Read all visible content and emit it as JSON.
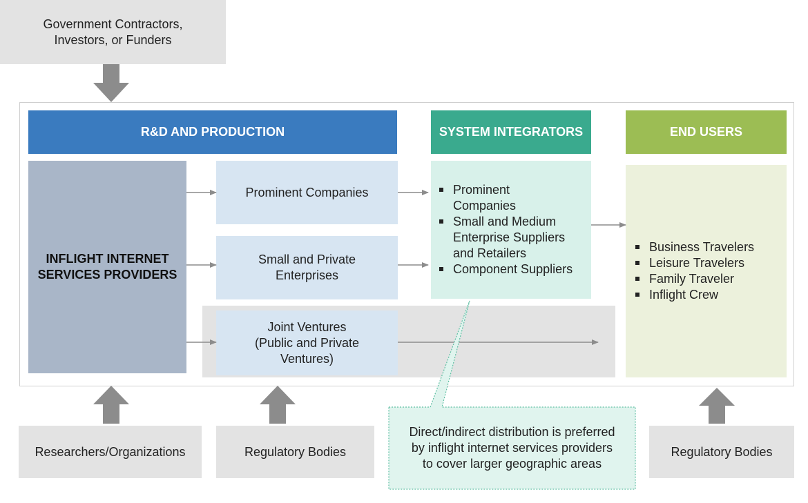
{
  "funders": {
    "label": "Government Contractors,\nInvestors, or Funders"
  },
  "headers": {
    "rd": "R&D AND PRODUCTION",
    "integrators": "SYSTEM INTEGRATORS",
    "end_users": "END USERS"
  },
  "providers": {
    "label": "INFLIGHT INTERNET\nSERVICES PROVIDERS"
  },
  "rd_boxes": {
    "prominent": "Prominent Companies",
    "small": "Small and Private\nEnterprises",
    "joint": "Joint Ventures\n(Public and Private\nVentures)"
  },
  "integrators_list": [
    "Prominent\nCompanies",
    "Small and Medium\nEnterprise Suppliers\nand Retailers",
    "Component Suppliers"
  ],
  "end_users_list": [
    "Business Travelers",
    "Leisure Travelers",
    "Family Traveler",
    "Inflight Crew"
  ],
  "bottom": {
    "researchers": "Researchers/Organizations",
    "regulatory_left": "Regulatory Bodies",
    "regulatory_right": "Regulatory Bodies"
  },
  "callout": {
    "text": "Direct/indirect distribution is preferred\nby inflight internet services providers\nto cover larger geographic areas"
  },
  "colors": {
    "blue": "#3a7bbf",
    "teal": "#3aaa8e",
    "green": "#9cbd54",
    "slate": "#a9b6c8",
    "light_blue": "#d7e5f2",
    "mint": "#d8f1ea",
    "light_green": "#ecf1dc",
    "gray": "#e3e3e3",
    "arrow": "#8c8c8c"
  }
}
